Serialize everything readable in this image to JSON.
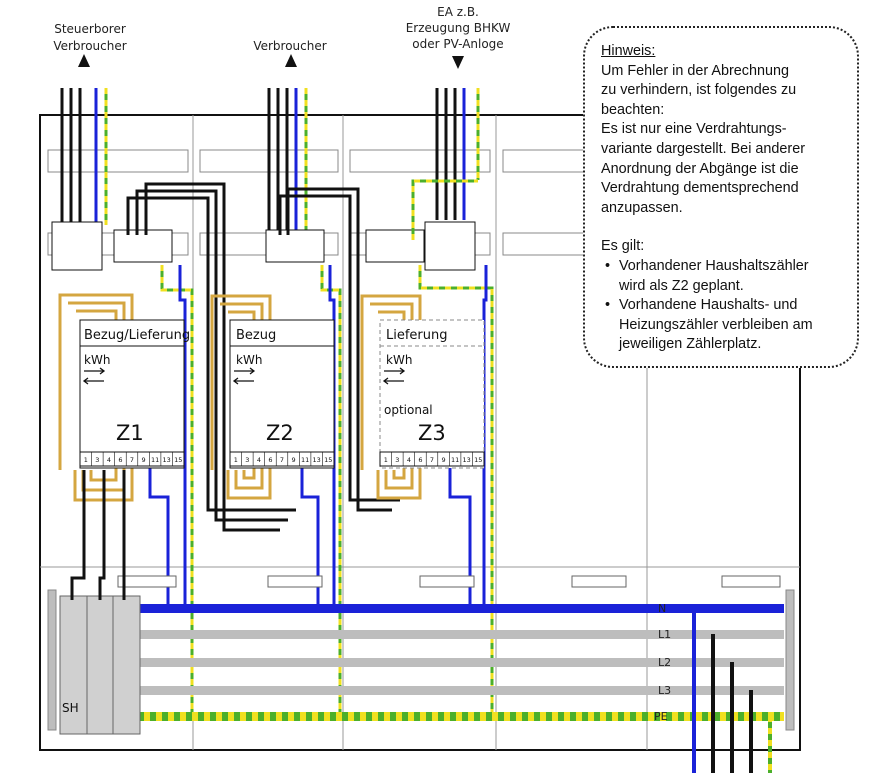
{
  "labels": {
    "steuerborer": [
      "Steuerborer",
      "Verbroucher"
    ],
    "verbraucher": "Verbroucher",
    "ea": [
      "EA z.B.",
      "Erzeugung BHKW",
      "oder PV-Anloge"
    ]
  },
  "meters": [
    {
      "title": "Bezug/Lieferung",
      "unit": "kWh",
      "optional": "",
      "id": "Z1"
    },
    {
      "title": "Bezug",
      "unit": "kWh",
      "optional": "",
      "id": "Z2"
    },
    {
      "title": "Lieferung",
      "unit": "kWh",
      "optional": "optional",
      "id": "Z3"
    }
  ],
  "terminals": [
    "1",
    "3",
    "4",
    "6",
    "7",
    "9",
    "11",
    "13",
    "15"
  ],
  "busbars": {
    "n": "N",
    "l1": "L1",
    "l2": "L2",
    "l3": "L3",
    "pe": "PE"
  },
  "switch_label": "SH",
  "note": {
    "title": "Hinweis:",
    "p1": [
      "Um Fehler in der Abrechnung",
      "zu verhindern, ist folgendes zu",
      "beachten:"
    ],
    "p2": [
      "Es ist nur eine Verdrahtungs-",
      "variante dargestellt. Bei anderer",
      "Anordnung der Abgänge ist die",
      "Verdrahtung dementsprechend",
      "anzupassen."
    ],
    "p3": "Es gilt:",
    "bullets": [
      [
        "Vorhandener Haushaltszähler",
        "wird als Z2 geplant."
      ],
      [
        "Vorhandene Haushalts- und",
        "Heizungszähler verbleiben am",
        "jeweiligen Zählerplatz."
      ]
    ]
  },
  "colors": {
    "black": "#111111",
    "blue": "#1a22d8",
    "green": "#4caf2a",
    "yellow": "#f0e020",
    "brown": "#d4a640",
    "grey": "#bdbdbd"
  }
}
